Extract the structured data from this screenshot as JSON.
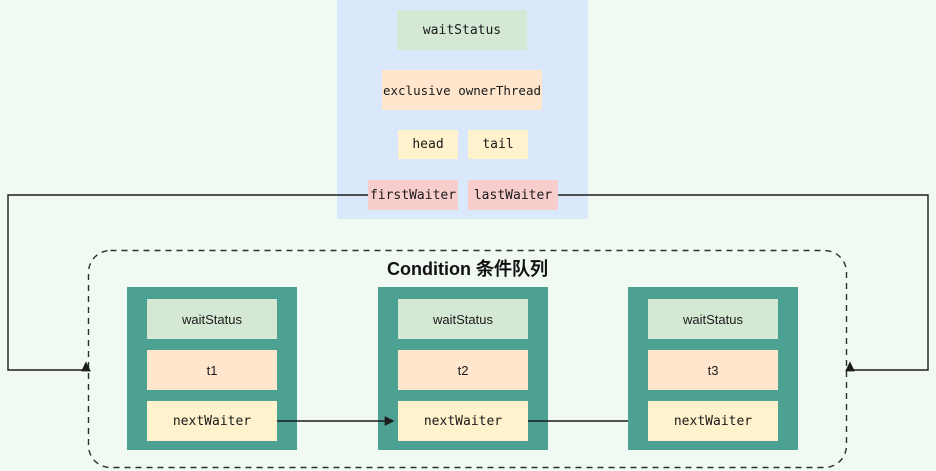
{
  "sync_panel": {
    "wait_status": "waitStatus",
    "owner_thread": "exclusive ownerThread",
    "head": "head",
    "tail": "tail",
    "first_waiter": "firstWaiter",
    "last_waiter": "lastWaiter"
  },
  "condition_queue": {
    "title": "Condition 条件队列",
    "nodes": [
      {
        "wait_status": "waitStatus",
        "thread": "t1",
        "next_waiter": "nextWaiter"
      },
      {
        "wait_status": "waitStatus",
        "thread": "t2",
        "next_waiter": "nextWaiter"
      },
      {
        "wait_status": "waitStatus",
        "thread": "t3",
        "next_waiter": "nextWaiter"
      }
    ]
  },
  "colors": {
    "background": "#f0faf3",
    "panel_blue": "#dae8fc",
    "cell_green": "#d5e8d4",
    "cell_peach": "#ffe6cc",
    "cell_yellow": "#fff2cc",
    "cell_pink": "#f8cecc",
    "node_teal": "#4da192",
    "wire": "#1c1c1c"
  }
}
